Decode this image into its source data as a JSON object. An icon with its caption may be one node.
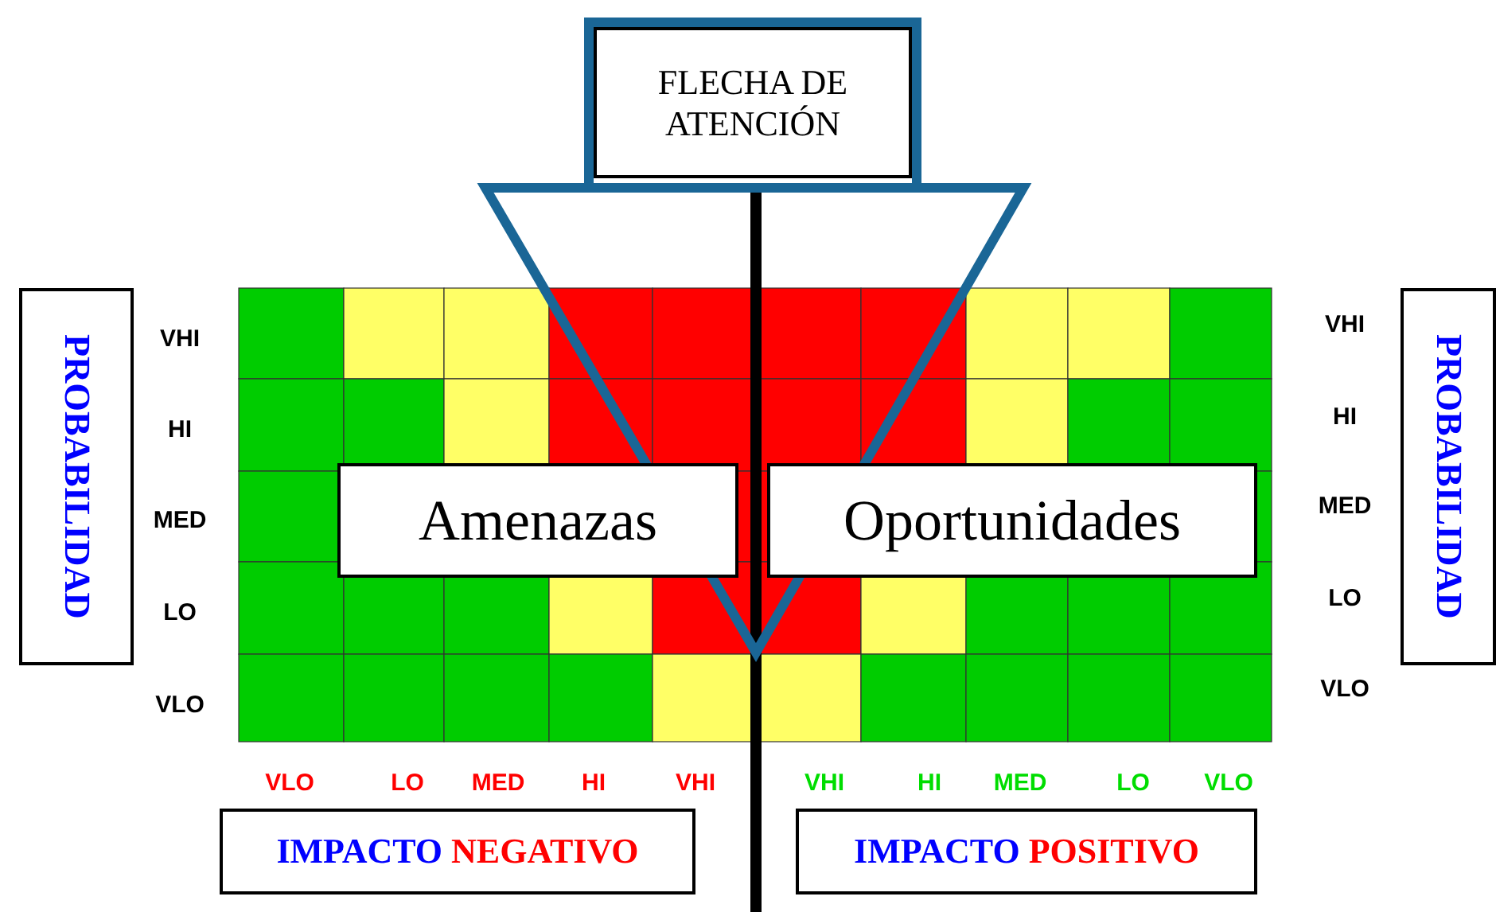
{
  "diagram": {
    "nodes": [
      {
        "text": [
          "FLECHA DE ATENCIÓN"
        ]
      },
      {
        "text": [
          "Amenazas"
        ]
      },
      {
        "text": [
          "Oportunidades"
        ]
      },
      {
        "text": [
          "PROBABILIDAD"
        ]
      },
      {
        "text": [
          "PROBABILIDAD"
        ]
      },
      {
        "text": [
          "IMPACTO",
          "NEGATIVO"
        ]
      },
      {
        "text": [
          "IMPACTO",
          "POSITIVO"
        ]
      }
    ],
    "edges": [],
    "labels": [
      "VHI",
      "HI",
      "MED",
      "LO",
      "VLO",
      "VHI",
      "HI",
      "MED",
      "LO",
      "VLO",
      "VLO",
      "LO",
      "MED",
      "HI",
      "VHI",
      "VHI",
      "HI",
      "MED",
      "LO",
      "VLO"
    ]
  }
}
